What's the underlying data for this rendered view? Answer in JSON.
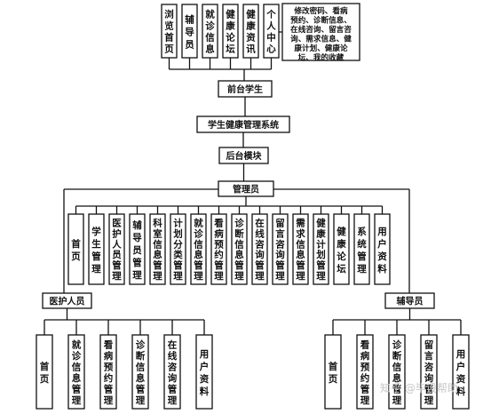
{
  "front_stage": {
    "modules": [
      "浏览首页",
      "辅导员",
      "就诊信息",
      "健康论坛",
      "健康资讯",
      "个人中心"
    ],
    "personal_center_detail": [
      "修改密码、看病",
      "预约、诊断信息、",
      "在线咨询、留言咨",
      "询、需求信息、健",
      "康计划、健康论",
      "坛、我的收藏"
    ],
    "label": "前台学生"
  },
  "system": {
    "title": "学生健康管理系统"
  },
  "backend": {
    "label": "后台模块"
  },
  "admin": {
    "label": "管理员",
    "modules": [
      "首页",
      "学生管理",
      "医护人员管理",
      "辅导员管理",
      "科室信息管理",
      "计划分类管理",
      "就诊信息管理",
      "看病预约管理",
      "诊断信息管理",
      "在线咨询管理",
      "留言咨询管理",
      "需求信息管理",
      "健康计划管理",
      "健康论坛",
      "系统管理",
      "用户资料"
    ]
  },
  "medical": {
    "label": "医护人员",
    "modules": [
      "首页",
      "就诊信息管理",
      "看病预约管理",
      "诊断信息管理",
      "在线咨询管理",
      "用户资料"
    ]
  },
  "counselor": {
    "label": "辅导员",
    "modules": [
      "首页",
      "看病预约管理",
      "诊断信息管理",
      "留言咨询管理",
      "用户资料"
    ]
  },
  "watermark": "知乎 @毕设帮助"
}
